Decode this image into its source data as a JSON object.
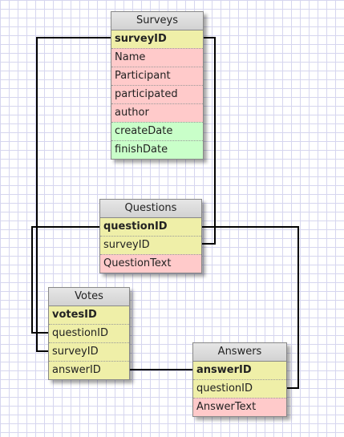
{
  "colors": {
    "pk": "#efefa8",
    "fk": "#efefa8",
    "attr": "#ffcaca",
    "date": "#c9ffc9",
    "header": "#dcdcdc",
    "line": "#000000"
  },
  "tables": {
    "surveys": {
      "title": "Surveys",
      "rows": [
        {
          "label": "surveyID",
          "kind": "pk"
        },
        {
          "label": "Name",
          "kind": "attr"
        },
        {
          "label": "Participant",
          "kind": "attr"
        },
        {
          "label": "participated",
          "kind": "attr"
        },
        {
          "label": "author",
          "kind": "attr"
        },
        {
          "label": "createDate",
          "kind": "date"
        },
        {
          "label": "finishDate",
          "kind": "date"
        }
      ]
    },
    "questions": {
      "title": "Questions",
      "rows": [
        {
          "label": "questionID",
          "kind": "pk"
        },
        {
          "label": "surveyID",
          "kind": "fk"
        },
        {
          "label": "QuestionText",
          "kind": "attr"
        }
      ]
    },
    "votes": {
      "title": "Votes",
      "rows": [
        {
          "label": "votesID",
          "kind": "pk"
        },
        {
          "label": "questionID",
          "kind": "fk"
        },
        {
          "label": "surveyID",
          "kind": "fk"
        },
        {
          "label": "answerID",
          "kind": "fk"
        }
      ]
    },
    "answers": {
      "title": "Answers",
      "rows": [
        {
          "label": "answerID",
          "kind": "pk"
        },
        {
          "label": "questionID",
          "kind": "fk"
        },
        {
          "label": "AnswerText",
          "kind": "attr"
        }
      ]
    }
  }
}
